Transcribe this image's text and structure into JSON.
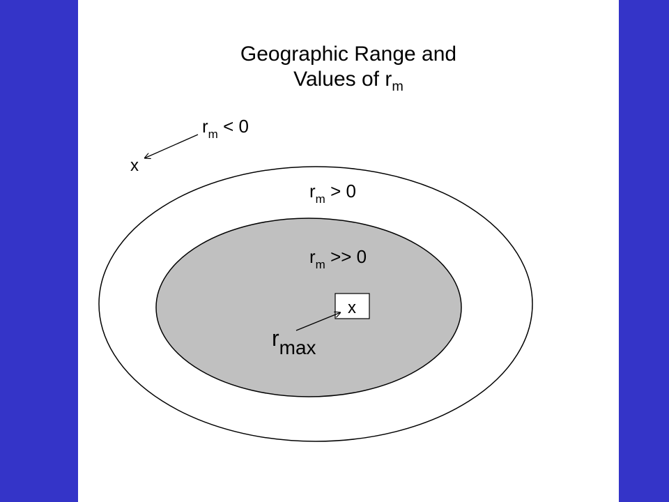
{
  "colors": {
    "frame": "#3434c8",
    "slide": "#ffffff",
    "inner_fill": "#c0c0c0",
    "stroke": "#000000"
  },
  "title": {
    "line1": "Geographic Range and",
    "line2_main": "Values of r",
    "line2_sub": "m"
  },
  "labels": {
    "outside": {
      "main": "r",
      "sub": "m",
      "rest": " < 0",
      "marker": "x"
    },
    "outer_ring": {
      "main": "r",
      "sub": "m",
      "rest": " > 0"
    },
    "inner_core": {
      "main": "r",
      "sub": "m",
      "rest": " >> 0"
    },
    "center_box": {
      "marker": "x"
    },
    "rmax": {
      "main": "r",
      "sub": "max"
    }
  }
}
